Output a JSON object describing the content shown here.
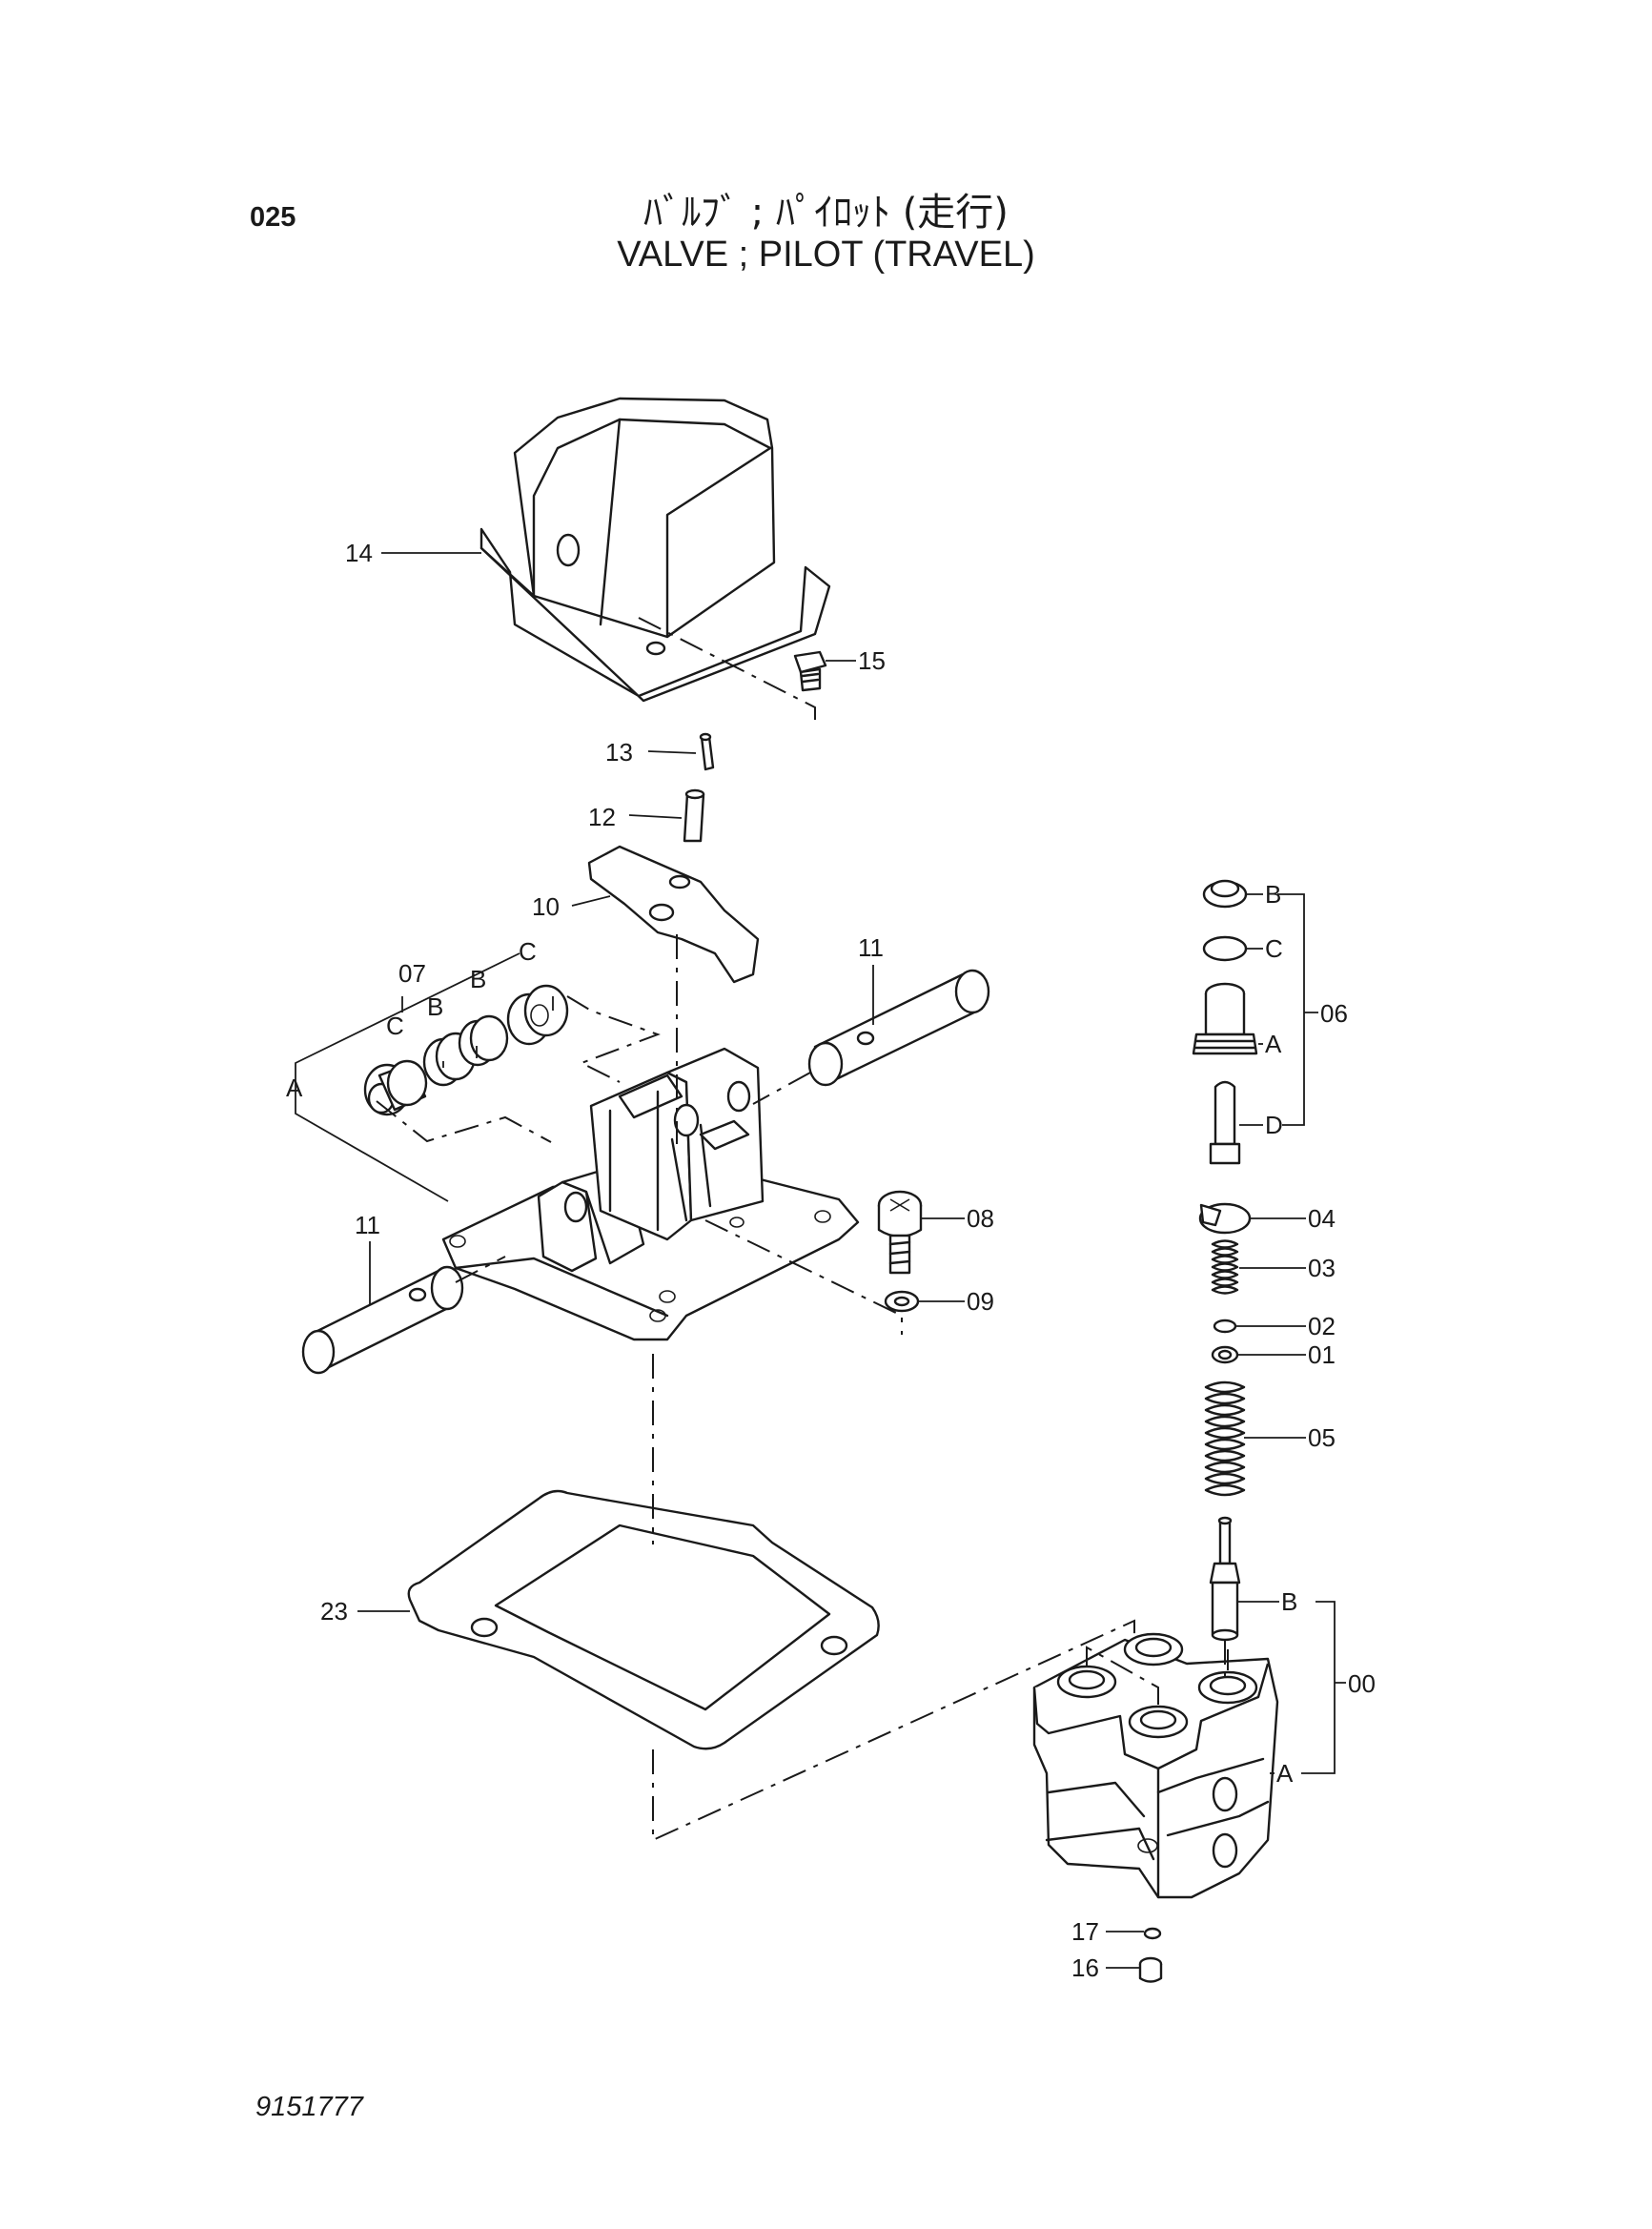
{
  "header": {
    "page_number": "025",
    "title_jp": "ﾊﾞﾙﾌﾞ ; ﾊﾟｲﾛｯﾄ (走行)",
    "title_en": "VALVE ; PILOT (TRAVEL)"
  },
  "footer": {
    "document_number": "9151777"
  },
  "callouts": {
    "p00": "00",
    "p01": "01",
    "p02": "02",
    "p03": "03",
    "p04": "04",
    "p05": "05",
    "p06": "06",
    "p07": "07",
    "p08": "08",
    "p09": "09",
    "p10": "10",
    "p11": "11",
    "p12": "12",
    "p13": "13",
    "p14": "14",
    "p15": "15",
    "p16": "16",
    "p17": "17",
    "p23": "23"
  },
  "letters": {
    "a": "A",
    "b": "B",
    "c": "C",
    "d": "D"
  }
}
